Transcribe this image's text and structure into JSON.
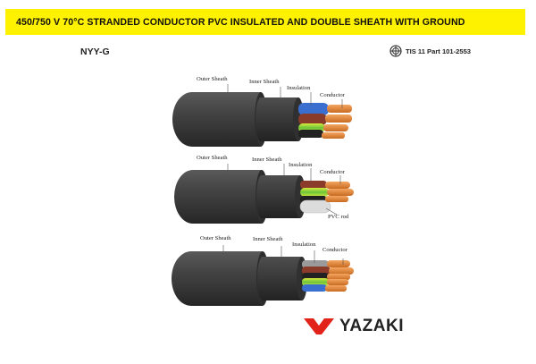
{
  "header": {
    "title": "450/750 V 70°C STRANDED CONDUCTOR PVC INSULATED AND DOUBLE SHEATH WITH GROUND",
    "banner_color": "#fff200"
  },
  "model": "NYY-G",
  "standard": {
    "icon": "tis-standard-mark-icon",
    "text": "TIS 11 Part 101-2553"
  },
  "cables": [
    {
      "labels": {
        "outer_sheath": "Outer Sheath",
        "inner_sheath": "Inner Sheath",
        "insulation": "Insulation",
        "conductor": "Conductor"
      }
    },
    {
      "labels": {
        "outer_sheath": "Outer Sheath",
        "inner_sheath": "Inner Sheath",
        "insulation": "Insulation",
        "conductor": "Conductor",
        "pvc_rod": "PVC rod"
      }
    },
    {
      "labels": {
        "outer_sheath": "Outer Sheath",
        "inner_sheath": "Inner Sheath",
        "insulation": "Insulation",
        "conductor": "Conductor"
      }
    }
  ],
  "brand": {
    "name": "YAZAKI",
    "logo_icon": "yazaki-logo-icon",
    "logo_color": "#e2231a"
  },
  "colors": {
    "sheath": "#3f3f3f",
    "sheath_dark": "#2b2b2b",
    "copper": "#e98a3c",
    "insulation_blue": "#3a6fd0",
    "insulation_green_yellow": "#8ad23a",
    "insulation_black": "#222222",
    "insulation_brown": "#8a3b2a",
    "insulation_grey": "#9a9a9a",
    "pvc_rod": "#dcdcdc"
  }
}
